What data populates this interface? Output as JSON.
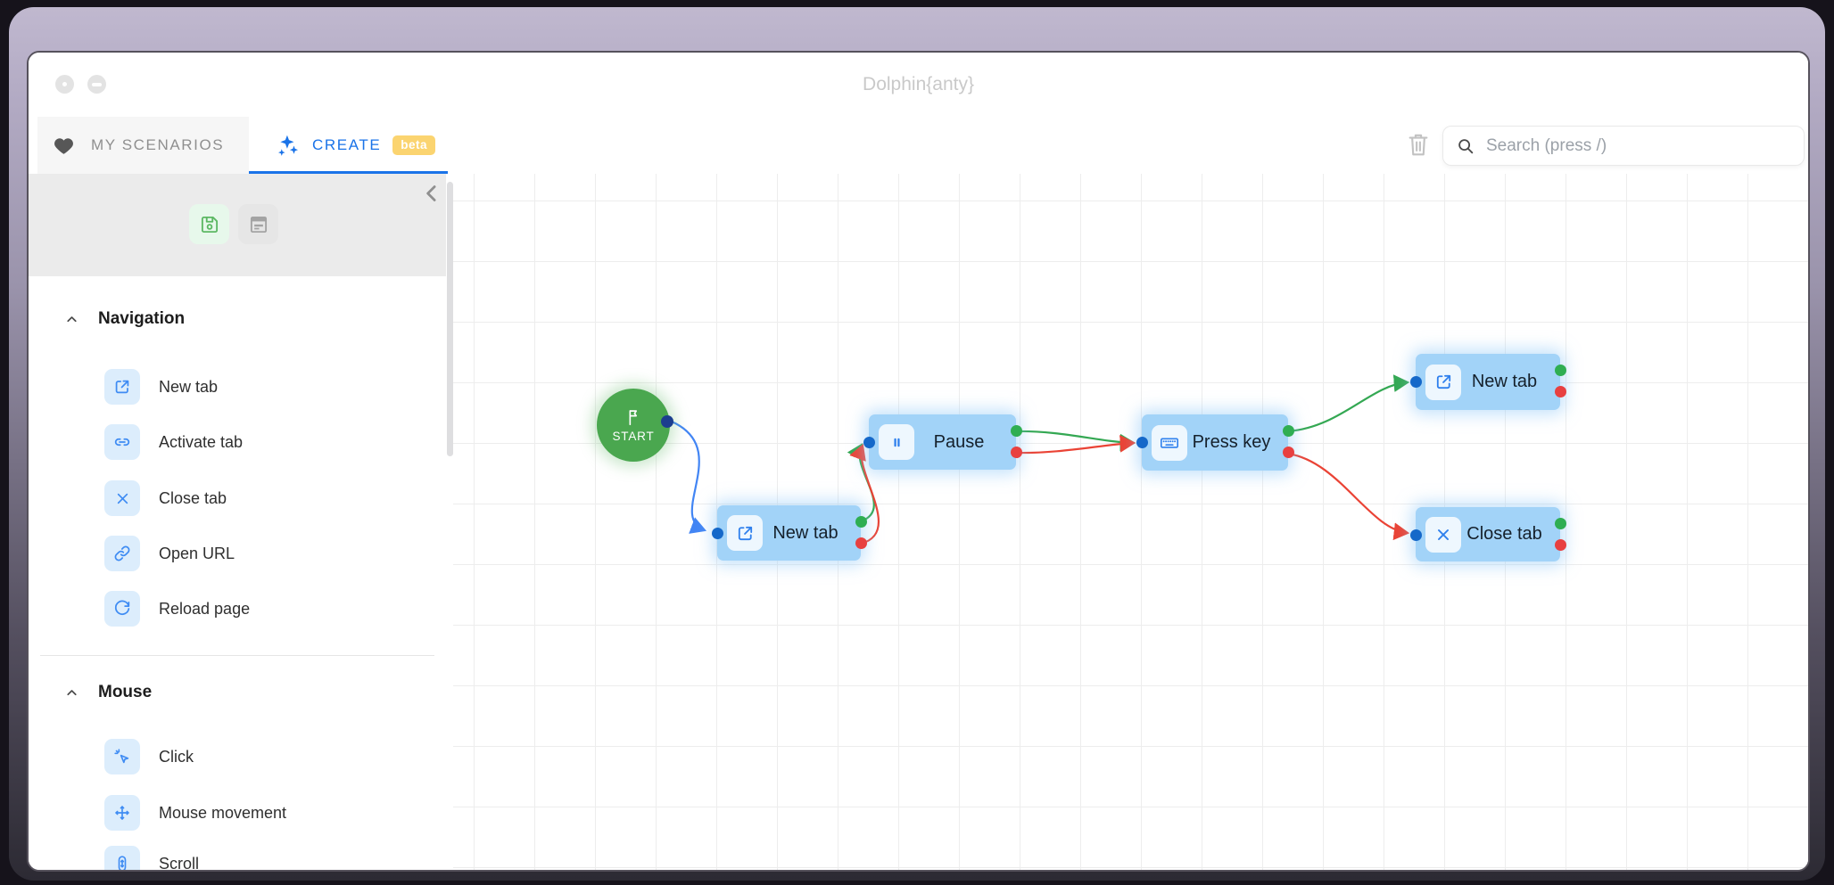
{
  "window": {
    "title": "Dolphin{anty}"
  },
  "tabs": {
    "my_scenarios": "MY SCENARIOS",
    "create": "CREATE",
    "beta_badge": "beta"
  },
  "toolbar": {
    "search_placeholder": "Search (press /)"
  },
  "sidebar": {
    "sections": [
      {
        "label": "Navigation",
        "items": [
          {
            "label": "New tab",
            "icon": "new-tab-icon"
          },
          {
            "label": "Activate tab",
            "icon": "activate-tab-icon"
          },
          {
            "label": "Close tab",
            "icon": "close-tab-icon"
          },
          {
            "label": "Open URL",
            "icon": "open-url-icon"
          },
          {
            "label": "Reload page",
            "icon": "reload-page-icon"
          }
        ]
      },
      {
        "label": "Mouse",
        "items": [
          {
            "label": "Click",
            "icon": "click-icon"
          },
          {
            "label": "Mouse movement",
            "icon": "mouse-movement-icon"
          },
          {
            "label": "Scroll",
            "icon": "scroll-icon"
          }
        ]
      }
    ]
  },
  "flow": {
    "start": {
      "label": "START"
    },
    "nodes": [
      {
        "label": "New tab",
        "icon": "new-tab-icon"
      },
      {
        "label": "Pause",
        "icon": "pause-icon"
      },
      {
        "label": "Press key",
        "icon": "keyboard-icon"
      },
      {
        "label": "New tab",
        "icon": "new-tab-icon"
      },
      {
        "label": "Close tab",
        "icon": "close-tab-icon"
      }
    ],
    "edge_colors": {
      "default": "#4285f4",
      "success": "#34a853",
      "error": "#ea4335"
    },
    "port_colors": {
      "start": "#1c3e8e",
      "input": "#1568c9",
      "success": "#2fae52",
      "error": "#e84040"
    }
  },
  "colors": {
    "accent_blue": "#1a73e8",
    "node_fill": "#a2d3f8",
    "start_green": "#4aa74f",
    "beta_badge_bg": "#fbd470",
    "grid_line": "#ededed"
  }
}
